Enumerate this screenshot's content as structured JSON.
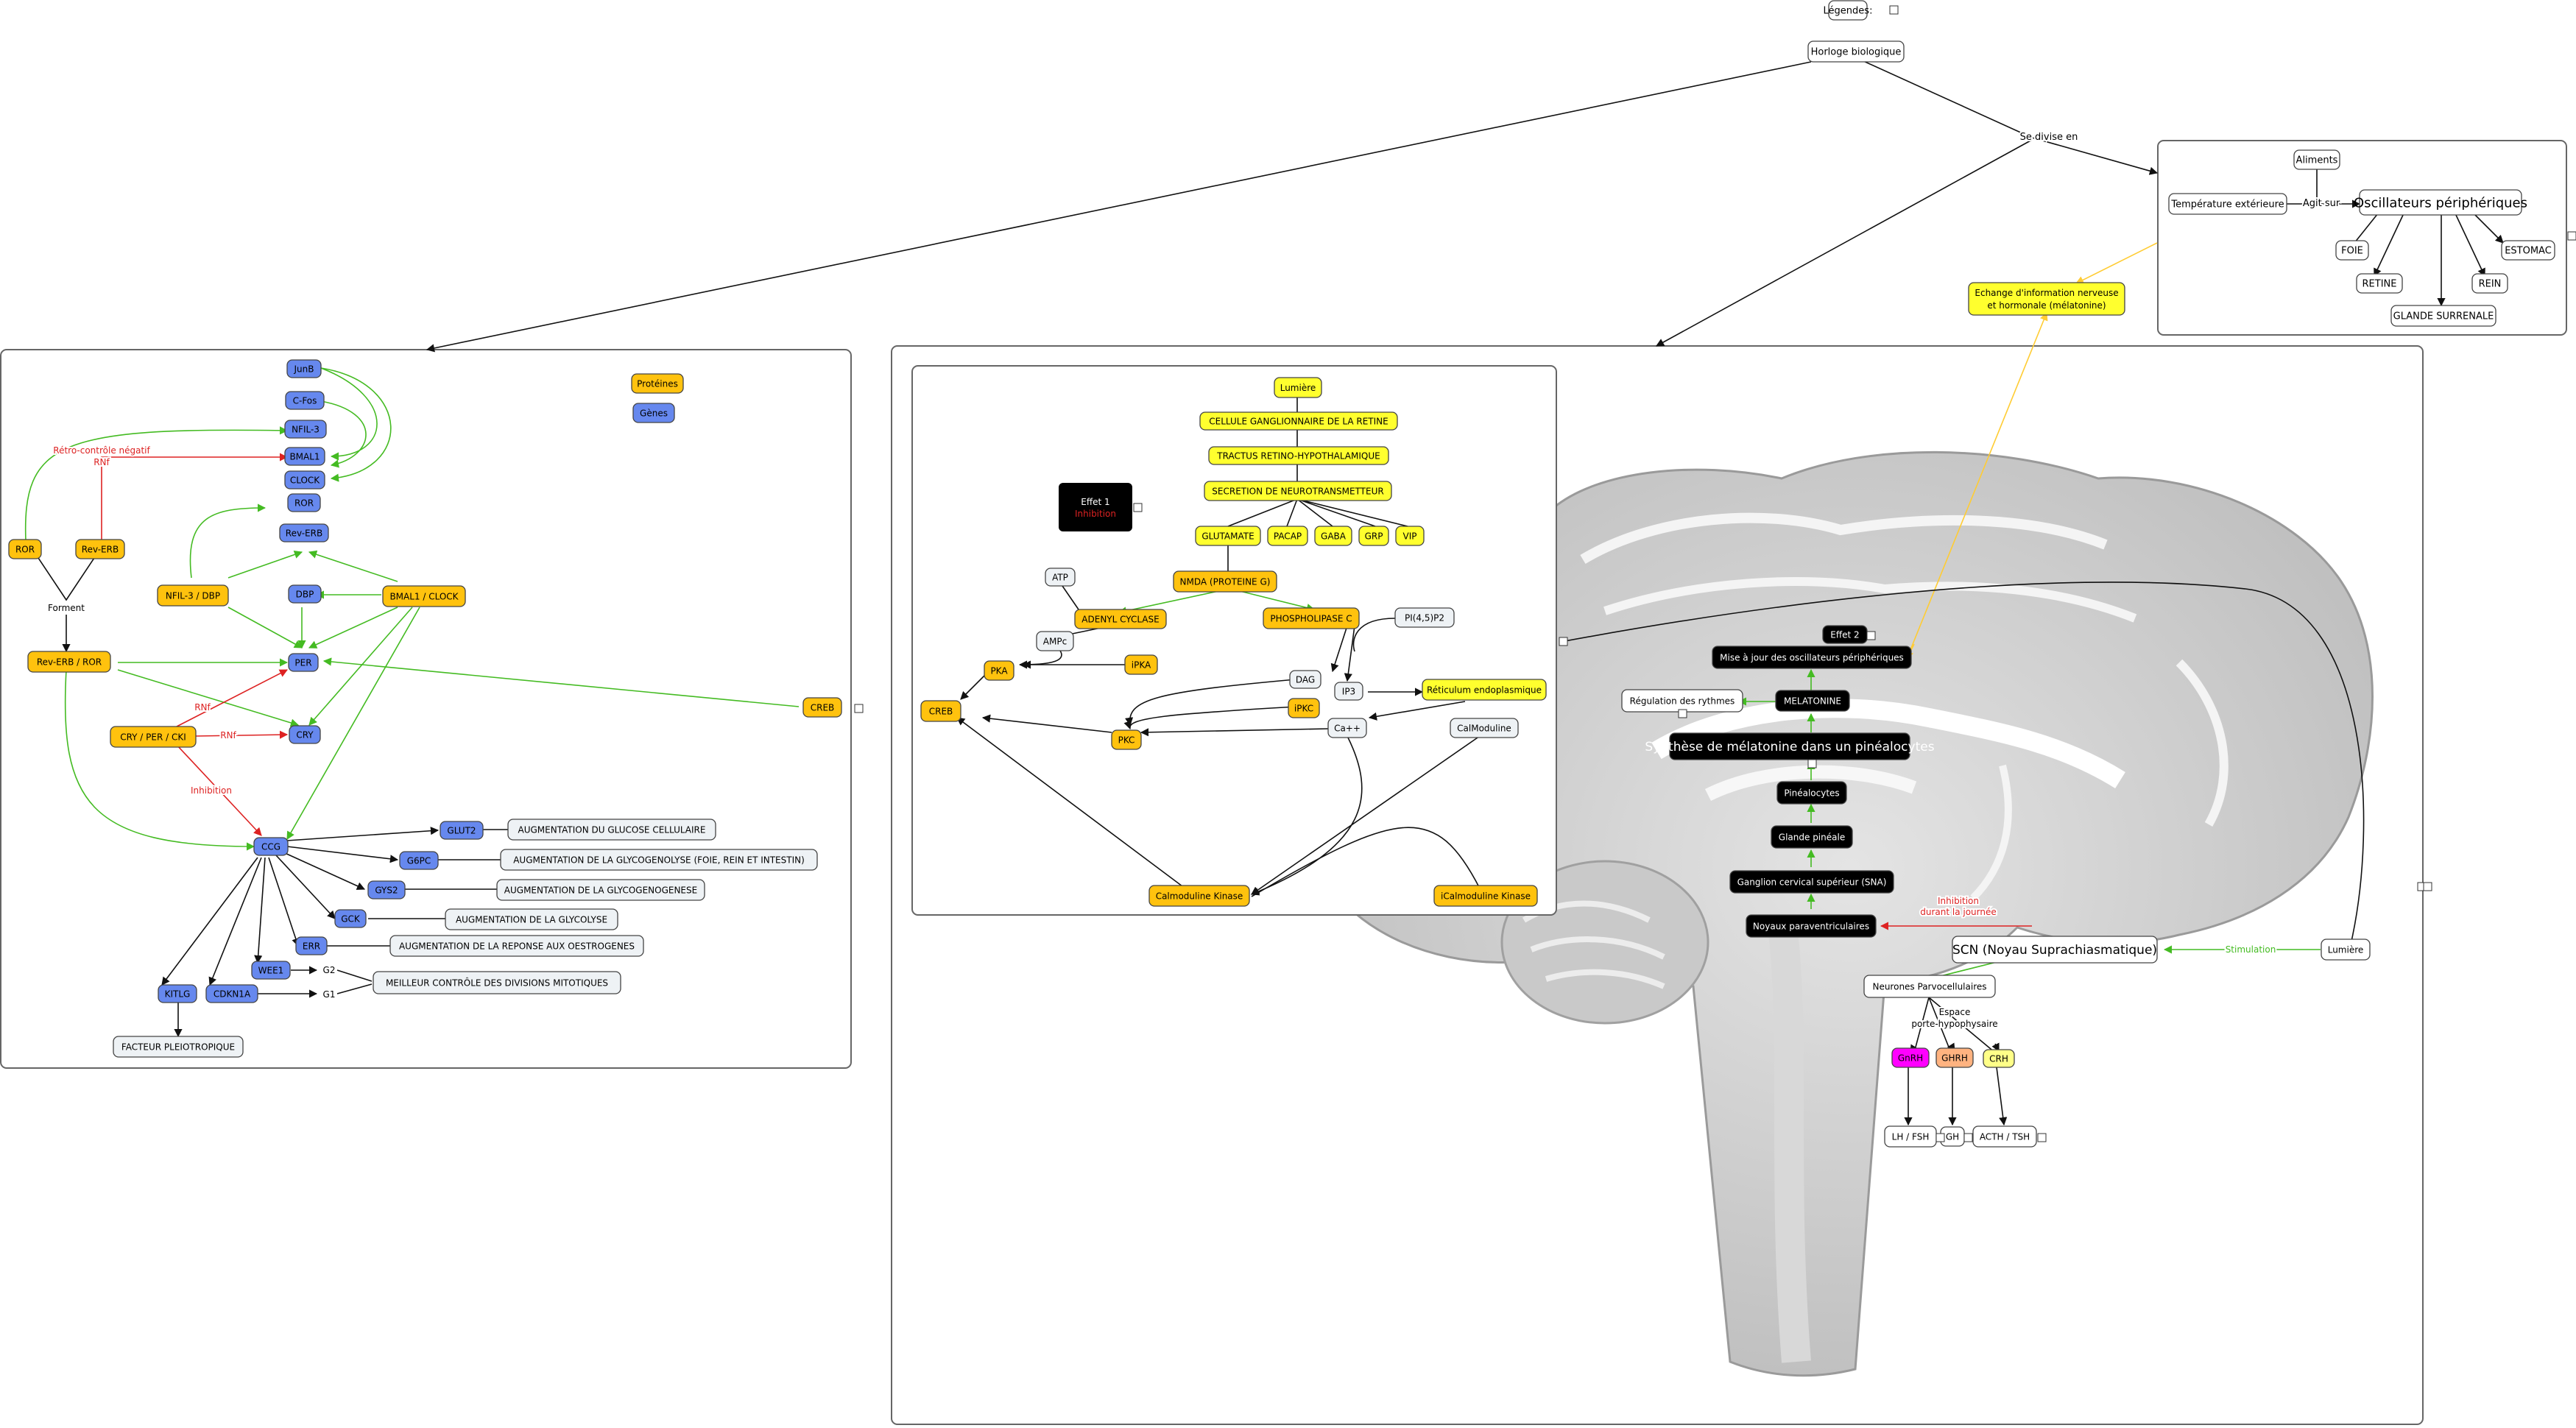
{
  "colors": {
    "yellow": "#ffff2e",
    "orange": "#ffc20e",
    "blue": "#6688ee",
    "white": "#ffffff",
    "light": "#eef2f5",
    "black": "#000000",
    "magenta": "#ff00ff",
    "peach": "#ffb380",
    "pale_yellow": "#ffff88",
    "green": "#44bb22",
    "red": "#dd2222",
    "gold": "#ffcc33"
  },
  "top": {
    "legend": "Légendes:",
    "root": "Horloge biologique",
    "divides": "Se divise en"
  },
  "peripheral": {
    "food": "Aliments",
    "temp": "Température extérieure",
    "acts_on": "Agit sur",
    "title": "Oscillateurs périphériques",
    "liver": "FOIE",
    "stomach": "ESTOMAC",
    "retina": "RETINE",
    "kidney": "REIN",
    "adrenal": "GLANDE SURRENALE"
  },
  "exchange": {
    "line1": "Echange d'information nerveuse",
    "line2": "et hormonale (mélatonine)"
  },
  "left_panel": {
    "legend_proteins": "Protéines",
    "legend_genes": "Gènes",
    "junb": "JunB",
    "cfos": "C-Fos",
    "nfil3": "NFIL-3",
    "bmal1": "BMAL1",
    "clock": "CLOCK",
    "ror_gene": "ROR",
    "reverb_gene": "Rev-ERB",
    "feedback_line1": "Rétro-contrôle négatif",
    "feedback_line2": "RNf",
    "ror": "ROR",
    "reverb": "Rev-ERB",
    "nfil3_dbp": "NFIL-3 / DBP",
    "dbp": "DBP",
    "bmal_clock": "BMAL1 / CLOCK",
    "form": "Forment",
    "reverb_ror": "Rev-ERB / ROR",
    "per": "PER",
    "rnf1": "RNf",
    "cry_per": "CRY / PER / CKI",
    "rnf2": "RNf",
    "cry": "CRY",
    "creb": "CREB",
    "inhibition": "Inhibition",
    "ccg": "CCG",
    "glut2": "GLUT2",
    "glut2_effect": "AUGMENTATION DU GLUCOSE CELLULAIRE",
    "g6pc": "G6PC",
    "g6pc_effect": "AUGMENTATION DE LA GLYCOGENOLYSE (FOIE, REIN ET INTESTIN)",
    "gys2": "GYS2",
    "gys2_effect": "AUGMENTATION DE LA GLYCOGENOGENESE",
    "gck": "GCK",
    "gck_effect": "AUGMENTATION DE LA GLYCOLYSE",
    "err": "ERR",
    "err_effect": "AUGMENTATION DE LA REPONSE AUX OESTROGENES",
    "wee1": "WEE1",
    "g2": "G2",
    "cdkn1a": "CDKN1A",
    "g1": "G1",
    "mitosis": "MEILLEUR CONTRÔLE DES DIVISIONS MITOTIQUES",
    "kitlg": "KITLG",
    "pleio": "FACTEUR PLEIOTROPIQUE"
  },
  "inner_panel": {
    "light": "Lumière",
    "ganglion": "CELLULE GANGLIONNAIRE DE LA RETINE",
    "tract": "TRACTUS RETINO-HYPOTHALAMIQUE",
    "secretion": "SECRETION DE NEUROTRANSMETTEUR",
    "glutamate": "GLUTAMATE",
    "pacap": "PACAP",
    "gaba": "GABA",
    "grp": "GRP",
    "vip": "VIP",
    "effect1": "Effet 1",
    "effect1_inh": "Inhibition",
    "nmda": "NMDA (PROTEINE G)",
    "atp": "ATP",
    "adenyl": "ADENYL CYCLASE",
    "plc": "PHOSPHOLIPASE C",
    "pip2": "PI(4,5)P2",
    "ampc": "AMPc",
    "pka": "PKA",
    "ipka": "iPKA",
    "dag": "DAG",
    "ip3": "IP3",
    "er": "Réticulum endoplasmique",
    "creb": "CREB",
    "ipkc": "iPKC",
    "ca": "Ca++",
    "calmodulin": "CalModuline",
    "pkc": "PKC",
    "cam_kinase": "Calmoduline Kinase",
    "icam_kinase": "iCalmoduline Kinase"
  },
  "brain": {
    "effect2": "Effet 2",
    "update": "Mise à jour des oscillateurs périphériques",
    "regulation": "Régulation des rythmes",
    "melatonin": "MELATONINE",
    "synthesis": "Synthèse de mélatonine dans un pinéalocytes",
    "pinealocytes": "Pinéalocytes",
    "pineal": "Glande pinéale",
    "sns": "Ganglion cervical supérieur (SNA)",
    "pvn": "Noyaux paraventriculaires",
    "inh_line1": "Inhibition",
    "inh_line2": "durant la journée",
    "scn": "SCN (Noyau Suprachiasmatique)",
    "stimulation": "Stimulation",
    "light": "Lumière",
    "parvo": "Neurones Parvocellulaires",
    "space_line1": "Espace",
    "space_line2": "porte-hypophysaire",
    "gnrh": "GnRH",
    "ghrh": "GHRH",
    "crh": "CRH",
    "lhfsh": "LH / FSH",
    "gh": "GH",
    "acth": "ACTH / TSH"
  }
}
